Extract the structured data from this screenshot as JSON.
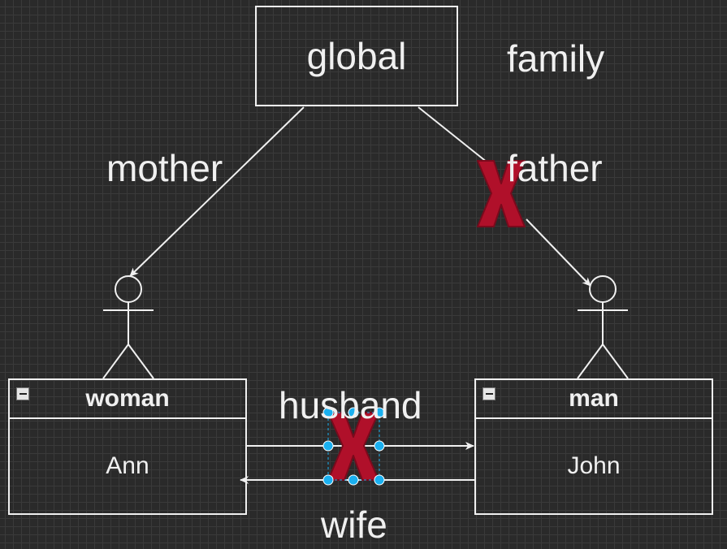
{
  "nodes": {
    "global": "global",
    "woman": {
      "title": "woman",
      "value": "Ann"
    },
    "man": {
      "title": "man",
      "value": "John"
    }
  },
  "labels": {
    "family": "family",
    "mother": "mother",
    "father": "father",
    "husband": "husband",
    "wife": "wife"
  },
  "icons": {
    "error_mark": "x-mark-icon",
    "collapse": "minus-icon"
  },
  "colors": {
    "background": "#2a2a2a",
    "stroke": "#f0f0f0",
    "error_mark": "#b0102a",
    "selection_handle": "#1ab0f0"
  }
}
